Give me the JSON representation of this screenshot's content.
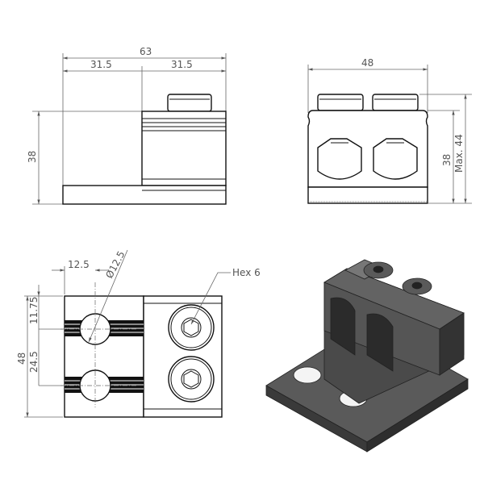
{
  "side_view": {
    "overall_width": "63",
    "half_left": "31.5",
    "half_right": "31.5",
    "height": "38"
  },
  "front_view": {
    "width": "48",
    "height": "38",
    "max_height": "Max. 44"
  },
  "top_view": {
    "hole_offset": "12.5",
    "hole_diameter": "Ø12.5",
    "first_hole_offset": "11.75",
    "hole_spacing": "24.5",
    "width": "48",
    "screw_callout": "Hex 6"
  },
  "colors": {
    "line": "#111111",
    "dimension": "#666666",
    "iso_body": "#4a4a4a"
  }
}
